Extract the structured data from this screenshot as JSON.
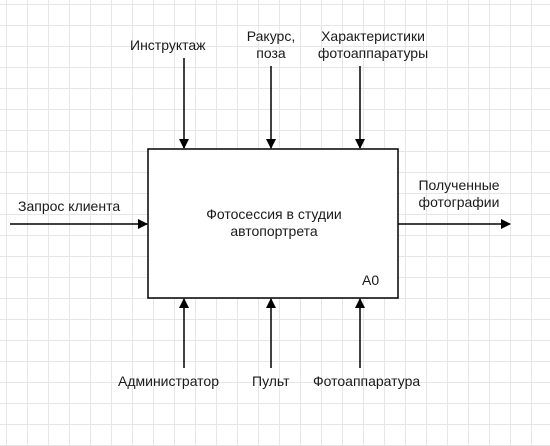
{
  "diagram": {
    "function_box": {
      "title_lines": [
        "Фотосессия в студии",
        "автопортрета"
      ],
      "id": "A0"
    },
    "controls": [
      {
        "lines": [
          "Инструктаж"
        ]
      },
      {
        "lines": [
          "Ракурс,",
          "поза"
        ]
      },
      {
        "lines": [
          "Характеристики",
          "фотоаппаратуры"
        ]
      }
    ],
    "input": {
      "lines": [
        "Запрос клиента"
      ]
    },
    "output": {
      "lines": [
        "Полученные",
        "фотографии"
      ]
    },
    "mechanisms": [
      {
        "lines": [
          "Администратор"
        ]
      },
      {
        "lines": [
          "Пульт"
        ]
      },
      {
        "lines": [
          "Фотоаппаратура"
        ]
      }
    ]
  }
}
